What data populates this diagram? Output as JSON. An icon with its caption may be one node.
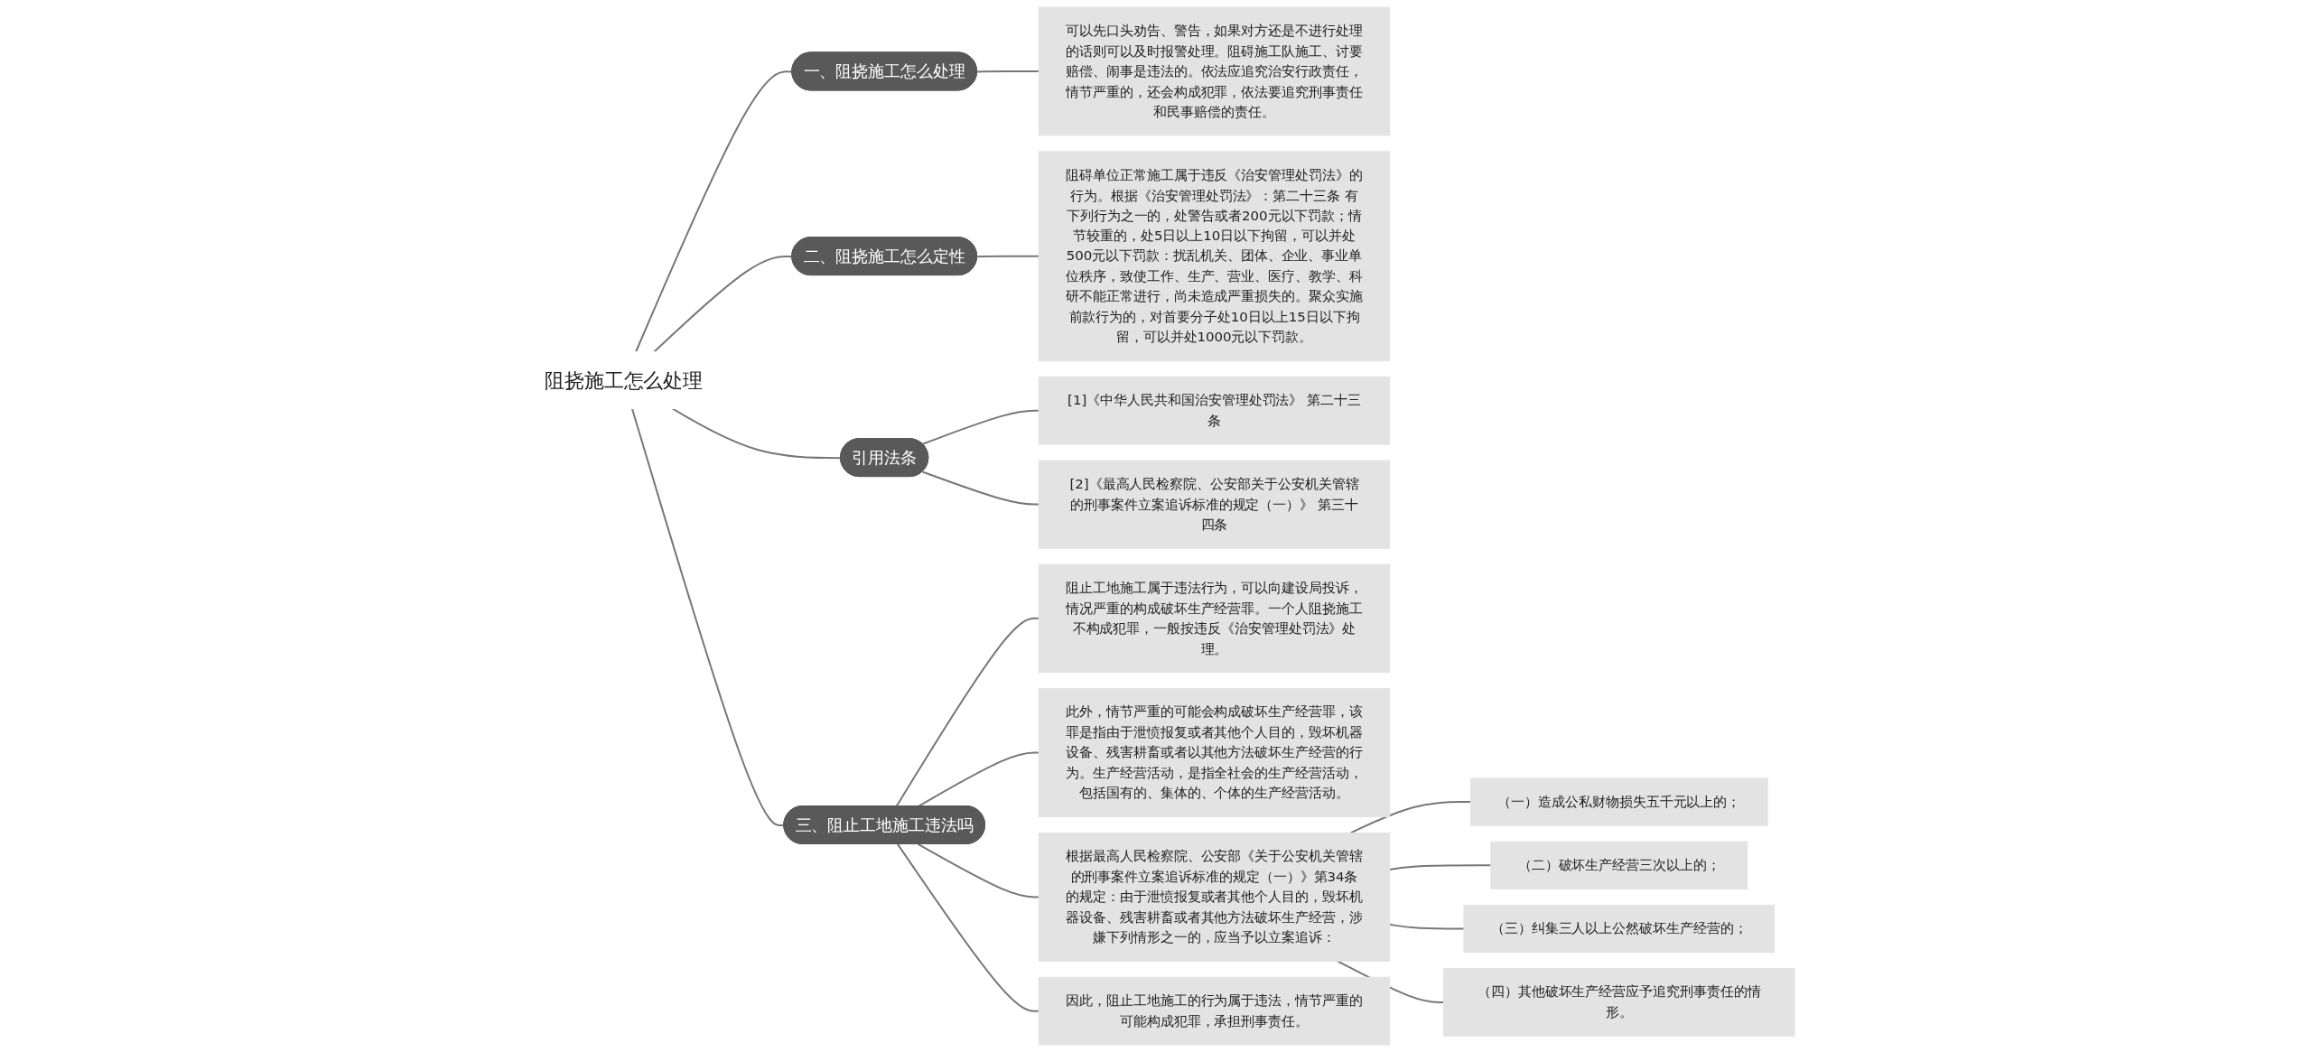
{
  "diagram": {
    "nodes": [
      {
        "text": [
          "阻挠施工怎么处理"
        ]
      },
      {
        "text": [
          "一、阻挠施工怎么处理"
        ]
      },
      {
        "text": [
          "可以先口头劝告、警告，如果对方还是不进行处理的话则可以及时报警处理。阻碍施工队施工、讨要赔偿、闹事是违法的。依法应追究治安行政责任，情节严重的，还会构成犯罪，依法要追究刑事责任和民事赔偿的责任。"
        ]
      },
      {
        "text": [
          "二、阻挠施工怎么定性"
        ]
      },
      {
        "text": [
          "阻碍单位正常施工属于违反《治安管理处罚法》的行为。根据《治安管理处罚法》：第二十三条 有下列行为之一的，处警告或者200元以下罚款；情节较重的，处5日以上10日以下拘留，可以并处500元以下罚款：扰乱机关、团体、企业、事业单位秩序，致使工作、生产、营业、医疗、教学、科研不能正常进行，尚未造成严重损失的。聚众实施前款行为的，对首要分子处10日以上15日以下拘留，可以并处1000元以下罚款。"
        ]
      },
      {
        "text": [
          "引用法条"
        ]
      },
      {
        "text": [
          "[1]《中华人民共和国治安管理处罚法》 第二十三条"
        ]
      },
      {
        "text": [
          "[2]《最高人民检察院、公安部关于公安机关管辖的刑事案件立案追诉标准的规定（一）》 第三十四条"
        ]
      },
      {
        "text": [
          "三、阻止工地施工违法吗"
        ]
      },
      {
        "text": [
          "阻止工地施工属于违法行为，可以向建设局投诉，情况严重的构成破坏生产经营罪。一个人阻挠施工不构成犯罪，一般按违反《治安管理处罚法》处理。"
        ]
      },
      {
        "text": [
          "此外，情节严重的可能会构成破坏生产经营罪，该罪是指由于泄愤报复或者其他个人目的，毁坏机器设备、残害耕畜或者以其他方法破坏生产经营的行为。生产经营活动，是指全社会的生产经营活动，包括国有的、集体的、个体的生产经营活动。"
        ]
      },
      {
        "text": [
          "根据最高人民检察院、公安部《关于公安机关管辖的刑事案件立案追诉标准的规定（一）》第34条的规定：由于泄愤报复或者其他个人目的，毁坏机器设备、残害耕畜或者其他方法破坏生产经营，涉嫌下列情形之一的，应当予以立案追诉："
        ]
      },
      {
        "text": [
          "（一）造成公私财物损失五千元以上的；"
        ]
      },
      {
        "text": [
          "（二）破坏生产经营三次以上的；"
        ]
      },
      {
        "text": [
          "（三）纠集三人以上公然破坏生产经营的；"
        ]
      },
      {
        "text": [
          "（四）其他破坏生产经营应予追究刑事责任的情形。"
        ]
      },
      {
        "text": [
          "因此，阻止工地施工的行为属于违法，情节严重的可能构成犯罪，承担刑事责任。"
        ]
      }
    ],
    "edges": [
      {
        "from": 0,
        "to": 1,
        "arrow": "none"
      },
      {
        "from": 1,
        "to": 2,
        "arrow": "none"
      },
      {
        "from": 0,
        "to": 3,
        "arrow": "none"
      },
      {
        "from": 3,
        "to": 4,
        "arrow": "none"
      },
      {
        "from": 0,
        "to": 5,
        "arrow": "none"
      },
      {
        "from": 5,
        "to": 6,
        "arrow": "none"
      },
      {
        "from": 5,
        "to": 7,
        "arrow": "none"
      },
      {
        "from": 0,
        "to": 8,
        "arrow": "none"
      },
      {
        "from": 8,
        "to": 9,
        "arrow": "none"
      },
      {
        "from": 8,
        "to": 10,
        "arrow": "none"
      },
      {
        "from": 8,
        "to": 11,
        "arrow": "none"
      },
      {
        "from": 11,
        "to": 12,
        "arrow": "none"
      },
      {
        "from": 11,
        "to": 13,
        "arrow": "none"
      },
      {
        "from": 11,
        "to": 14,
        "arrow": "none"
      },
      {
        "from": 11,
        "to": 15,
        "arrow": "none"
      },
      {
        "from": 8,
        "to": 16,
        "arrow": "none"
      }
    ]
  }
}
